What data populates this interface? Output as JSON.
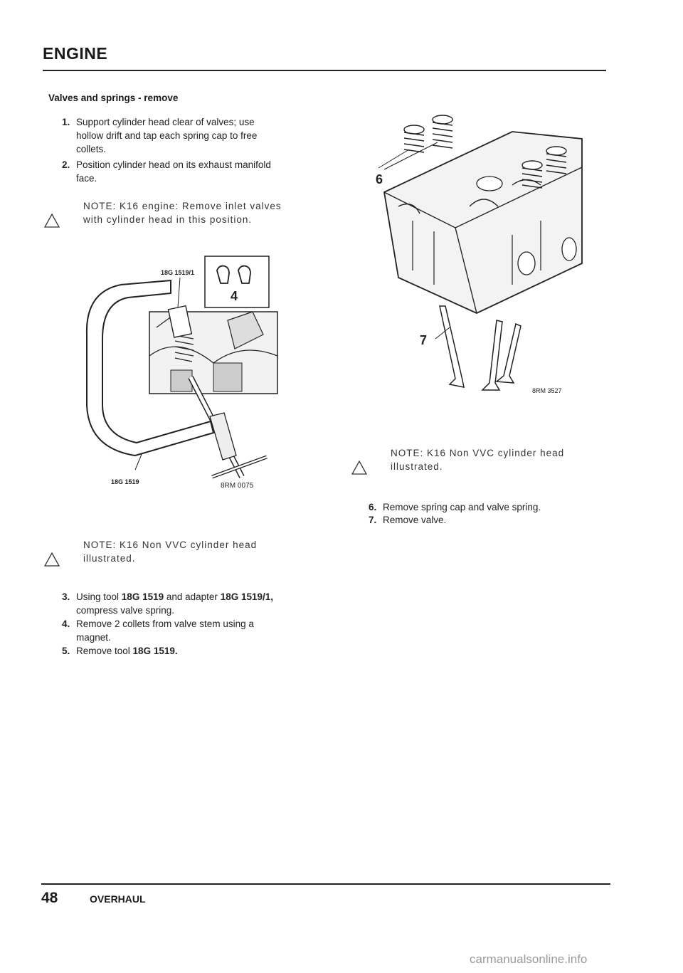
{
  "header": {
    "title": "ENGINE"
  },
  "section": {
    "title": "Valves and springs - remove"
  },
  "steps_a": [
    {
      "num": "1.",
      "lines": [
        "Support cylinder head clear of valves; use",
        "hollow drift and tap each spring cap to free",
        "collets."
      ]
    },
    {
      "num": "2.",
      "lines": [
        "Position cylinder head on its exhaust manifold",
        "face."
      ]
    }
  ],
  "note1": {
    "lines": [
      "NOTE: K16 engine: Remove inlet valves",
      "with cylinder head in this position."
    ]
  },
  "figure1": {
    "label_tool": "18G 1519",
    "label_adapter": "18G 1519/1",
    "callout": "4",
    "code": "8RM 0075"
  },
  "note2": {
    "lines": [
      "NOTE: K16 Non VVC cylinder head",
      "illustrated."
    ]
  },
  "steps_b": [
    {
      "num": "3.",
      "pre": "Using tool ",
      "tool": "18G 1519",
      "mid": " and adapter ",
      "adapter": "18G 1519/1,",
      "line2": "compress valve spring."
    },
    {
      "num": "4.",
      "lines": [
        "Remove 2 collets from valve stem using a",
        "magnet."
      ]
    },
    {
      "num": "5.",
      "pre": "Remove tool ",
      "tool": "18G 1519."
    }
  ],
  "figure2": {
    "callout_6": "6",
    "callout_7": "7",
    "code": "8RM 3527"
  },
  "note3": {
    "lines": [
      "NOTE: K16 Non VVC cylinder head",
      "illustrated."
    ]
  },
  "steps_c": [
    {
      "num": "6.",
      "text": "Remove spring cap and valve spring."
    },
    {
      "num": "7.",
      "text": "Remove valve."
    }
  ],
  "footer": {
    "page": "48",
    "title": "OVERHAUL"
  },
  "watermark": "carmanualsonline.info"
}
